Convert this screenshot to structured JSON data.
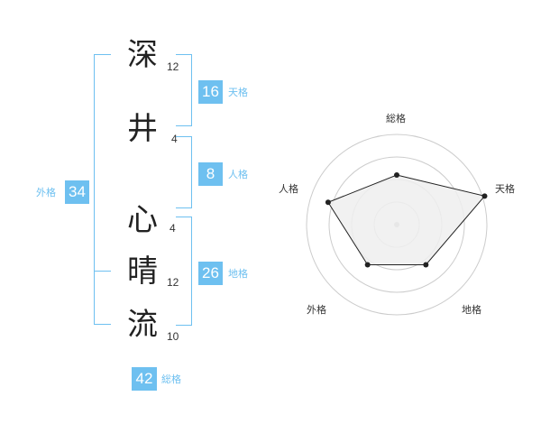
{
  "name": {
    "chars": [
      {
        "char": "深",
        "strokes": "12"
      },
      {
        "char": "井",
        "strokes": "4"
      },
      {
        "char": "心",
        "strokes": "4"
      },
      {
        "char": "晴",
        "strokes": "12"
      },
      {
        "char": "流",
        "strokes": "10"
      }
    ]
  },
  "kaku": {
    "tenkaku": {
      "value": "16",
      "label": "天格"
    },
    "jinkaku": {
      "value": "8",
      "label": "人格"
    },
    "chikaku": {
      "value": "26",
      "label": "地格"
    },
    "gaikaku": {
      "value": "34",
      "label": "外格"
    },
    "soukaku": {
      "value": "42",
      "label": "総格"
    }
  },
  "chart_data": {
    "type": "radar",
    "axes": [
      "総格",
      "天格",
      "地格",
      "外格",
      "人格"
    ],
    "values": [
      2.2,
      4.1,
      2.2,
      2.2,
      3.2
    ],
    "max": 4,
    "rings": 4,
    "colors": {
      "fill": "#eeeeee",
      "line": "#222222",
      "ring": "#cccccc",
      "center": "#bbbbbb"
    }
  }
}
